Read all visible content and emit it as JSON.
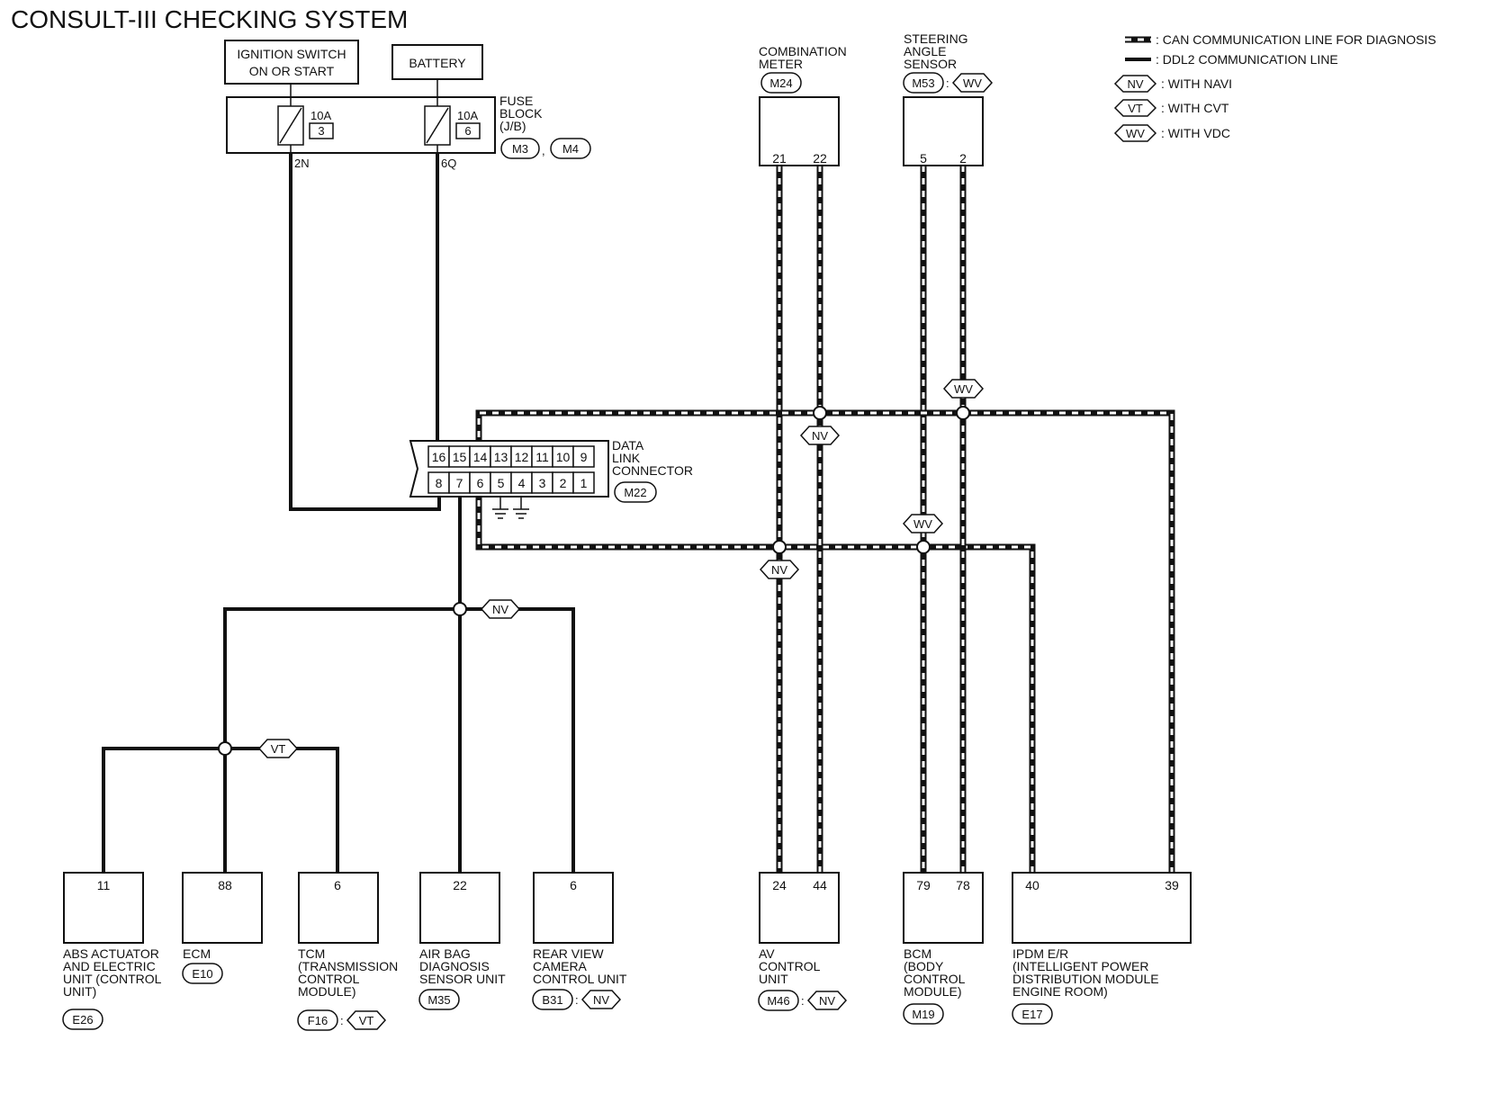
{
  "title": "CONSULT-III CHECKING SYSTEM",
  "legend": {
    "can": ": CAN COMMUNICATION LINE FOR DIAGNOSIS",
    "ddl2": ": DDL2 COMMUNICATION LINE",
    "nv_tag": "NV",
    "nv_text": ": WITH NAVI",
    "vt_tag": "VT",
    "vt_text": ": WITH CVT",
    "wv_tag": "WV",
    "wv_text": ": WITH VDC"
  },
  "supply": {
    "ign_line1": "IGNITION SWITCH",
    "ign_line2": "ON OR START",
    "battery": "BATTERY",
    "fuse1_amp": "10A",
    "fuse1_num": "3",
    "fuse2_amp": "10A",
    "fuse2_num": "6",
    "fuse_block_l1": "FUSE",
    "fuse_block_l2": "BLOCK",
    "fuse_block_l3": "(J/B)",
    "conn_m3": "M3",
    "conn_sep": ",",
    "conn_m4": "M4",
    "term_2n": "2N",
    "term_6q": "6Q"
  },
  "dlc": {
    "top_pins": [
      "16",
      "15",
      "14",
      "13",
      "12",
      "11",
      "10",
      "9"
    ],
    "bottom_pins": [
      "8",
      "7",
      "6",
      "5",
      "4",
      "3",
      "2",
      "1"
    ],
    "label_l1": "DATA",
    "label_l2": "LINK",
    "label_l3": "CONNECTOR",
    "connector": "M22"
  },
  "combination_meter": {
    "l1": "COMBINATION",
    "l2": "METER",
    "connector": "M24",
    "pins": [
      "21",
      "22"
    ]
  },
  "steering_angle_sensor": {
    "l1": "STEERING",
    "l2": "ANGLE",
    "l3": "SENSOR",
    "connector": "M53",
    "colon": ":",
    "tag": "WV",
    "pins": [
      "5",
      "2"
    ]
  },
  "option_tags": {
    "nv": "NV",
    "vt": "VT",
    "wv": "WV"
  },
  "units": {
    "abs": {
      "pin": "11",
      "l1": "ABS ACTUATOR",
      "l2": "AND ELECTRIC",
      "l3": "UNIT (CONTROL",
      "l4": "UNIT)",
      "connector": "E26"
    },
    "ecm": {
      "pin": "88",
      "l1": "ECM",
      "connector": "E10"
    },
    "tcm": {
      "pin": "6",
      "l1": "TCM",
      "l2": "(TRANSMISSION",
      "l3": "CONTROL",
      "l4": "MODULE)",
      "connector": "F16",
      "colon": ":",
      "tag": "VT"
    },
    "airbag": {
      "pin": "22",
      "l1": "AIR BAG",
      "l2": "DIAGNOSIS",
      "l3": "SENSOR UNIT",
      "connector": "M35"
    },
    "camera": {
      "pin": "6",
      "l1": "REAR VIEW",
      "l2": "CAMERA",
      "l3": "CONTROL UNIT",
      "connector": "B31",
      "colon": ":",
      "tag": "NV"
    },
    "av": {
      "pins": [
        "24",
        "44"
      ],
      "l1": "AV",
      "l2": "CONTROL",
      "l3": "UNIT",
      "connector": "M46",
      "colon": ":",
      "tag": "NV"
    },
    "bcm": {
      "pins": [
        "79",
        "78"
      ],
      "l1": "BCM",
      "l2": "(BODY",
      "l3": "CONTROL",
      "l4": "MODULE)",
      "connector": "M19"
    },
    "ipdm": {
      "pins": [
        "40",
        "39"
      ],
      "l1": "IPDM E/R",
      "l2": "(INTELLIGENT POWER",
      "l3": "DISTRIBUTION MODULE",
      "l4": "ENGINE ROOM)",
      "connector": "E17"
    }
  }
}
